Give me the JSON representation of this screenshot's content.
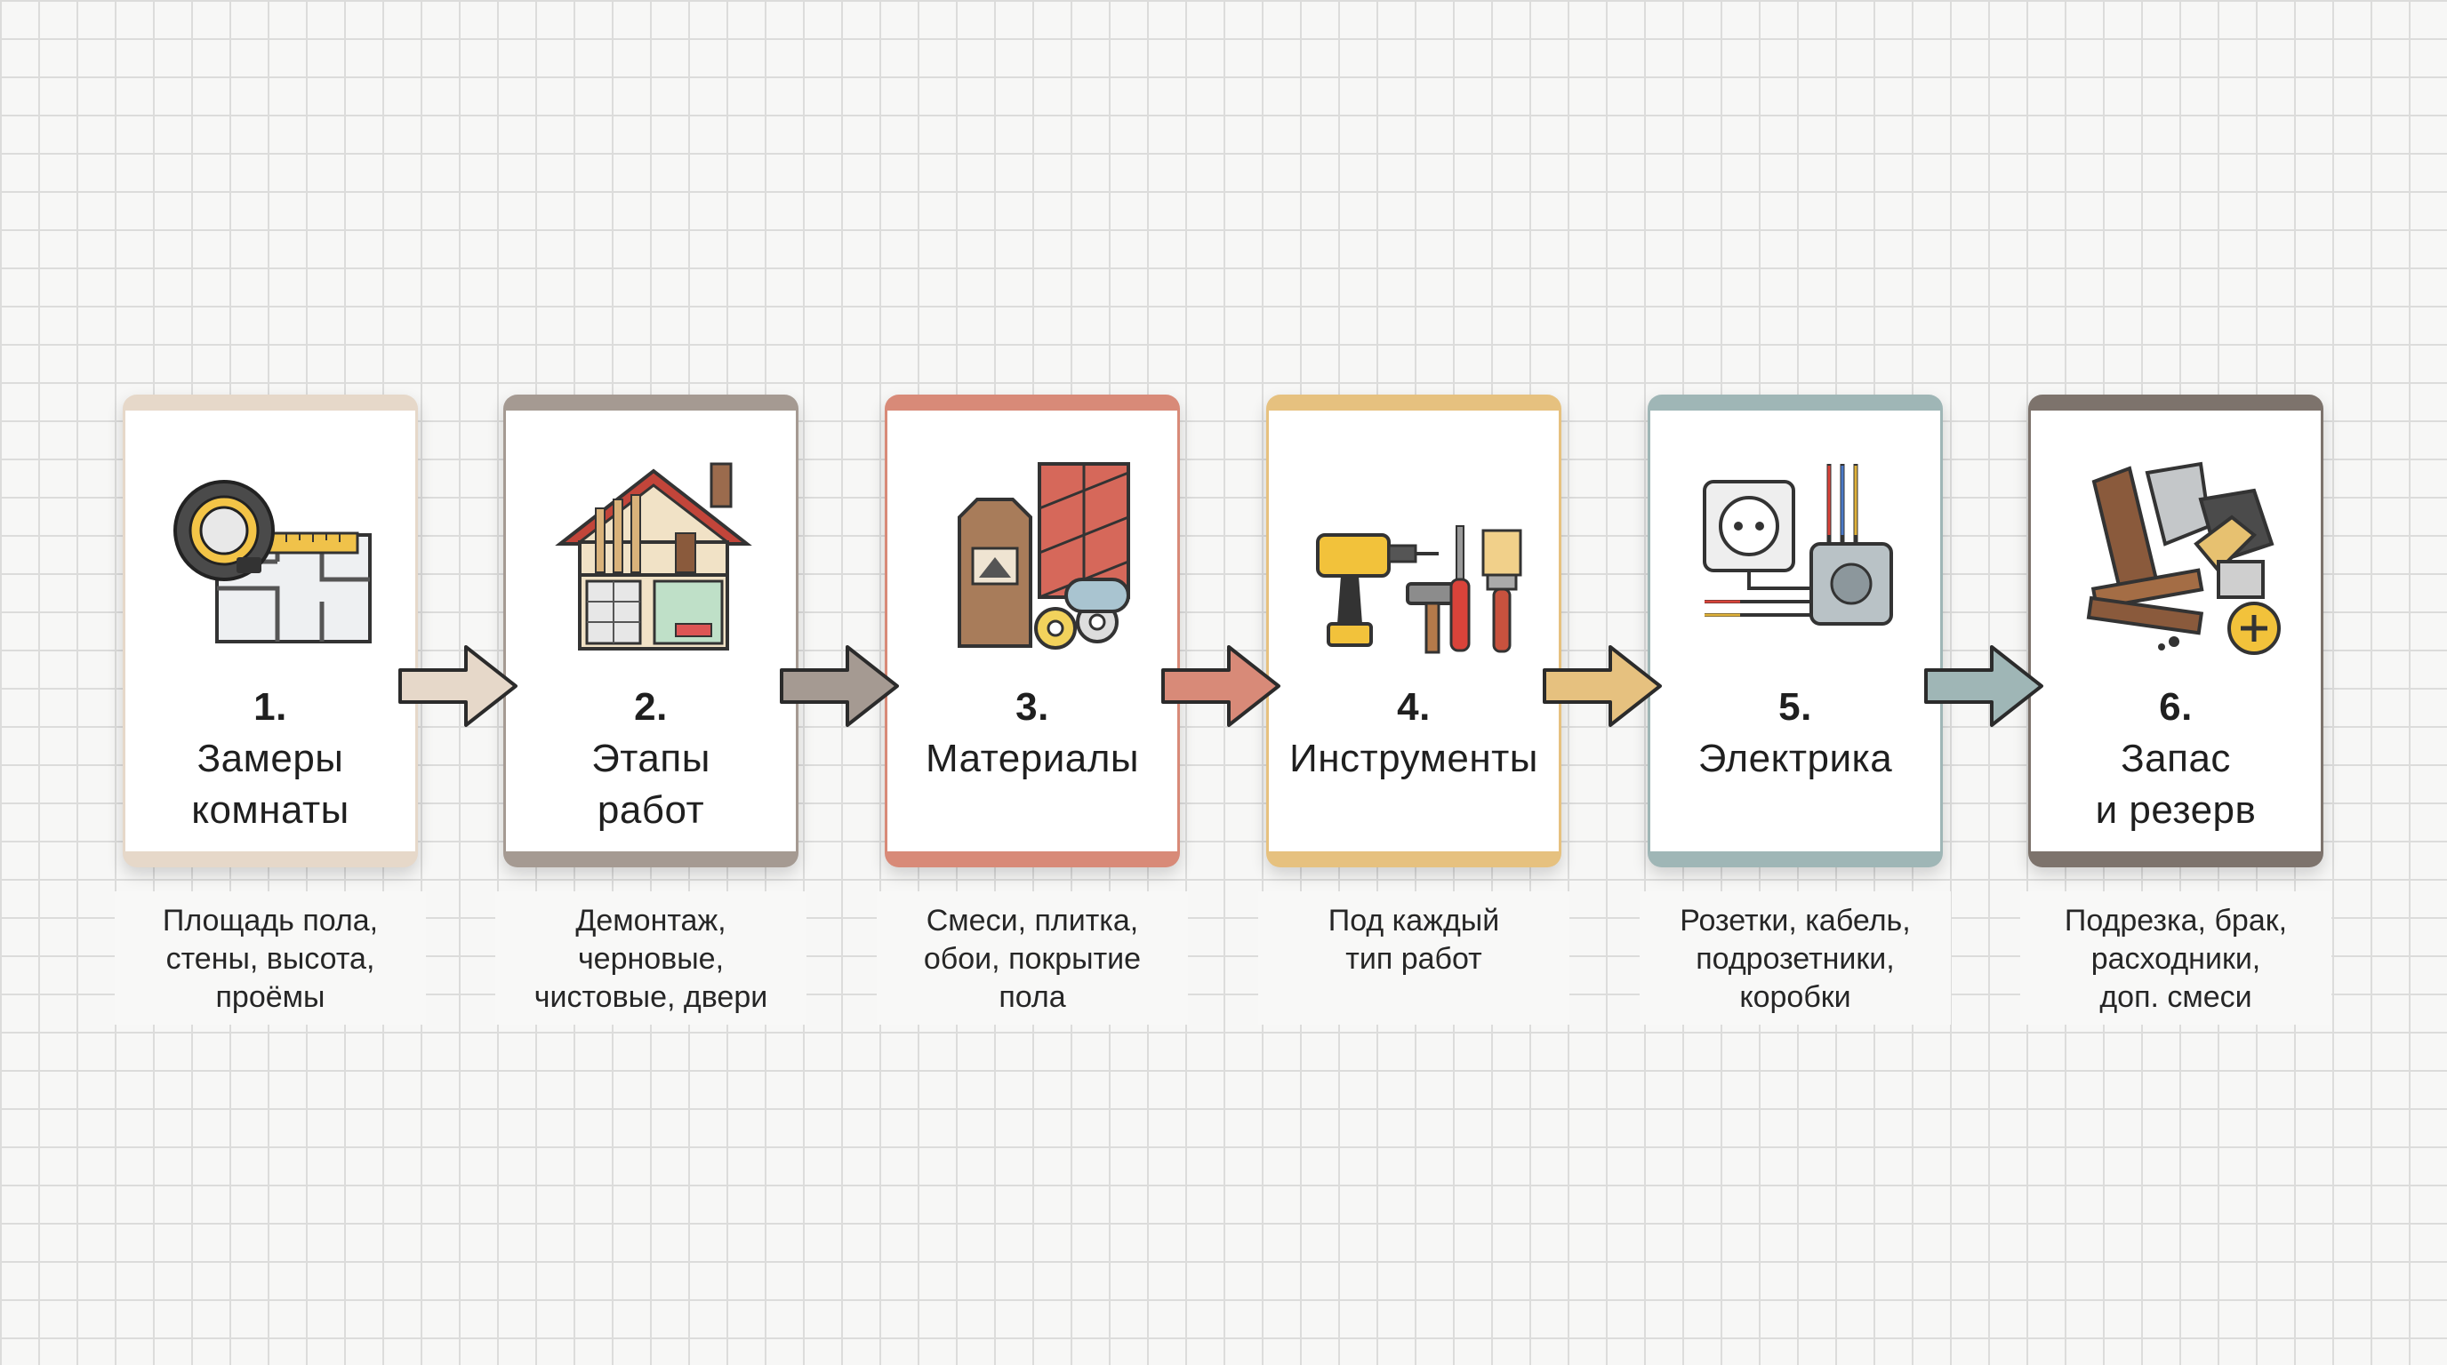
{
  "steps": [
    {
      "number": "1.",
      "label": "Замеры\nкомнаты",
      "description": "Площадь пола,\nстены, высота,\nпроёмы",
      "color": "#e6d8c9",
      "icon": "tape-measure-floorplan-icon"
    },
    {
      "number": "2.",
      "label": "Этапы\nработ",
      "description": "Демонтаж,\nчерновые,\nчистовые, двери",
      "color": "#a59a92",
      "icon": "house-cutaway-icon"
    },
    {
      "number": "3.",
      "label": "Материалы",
      "description": "Смеси, плитка,\nобои, покрытие\nпола",
      "color": "#d88a78",
      "icon": "materials-icon"
    },
    {
      "number": "4.",
      "label": "Инструменты",
      "description": "Под каждый\nтип работ",
      "color": "#e6c17f",
      "icon": "tools-icon"
    },
    {
      "number": "5.",
      "label": "Электрика",
      "description": "Розетки, кабель,\nподрозетники,\nкоробки",
      "color": "#9fb6b6",
      "icon": "electrical-socket-icon"
    },
    {
      "number": "6.",
      "label": "Запас\nи резерв",
      "description": "Подрезка, брак,\nрасходники,\nдоп. смеси",
      "color": "#7d736c",
      "icon": "reserve-materials-icon"
    }
  ],
  "arrow_colors": [
    "#e6d8c9",
    "#a59a92",
    "#d88a78",
    "#e6c17f",
    "#9fb6b6"
  ]
}
